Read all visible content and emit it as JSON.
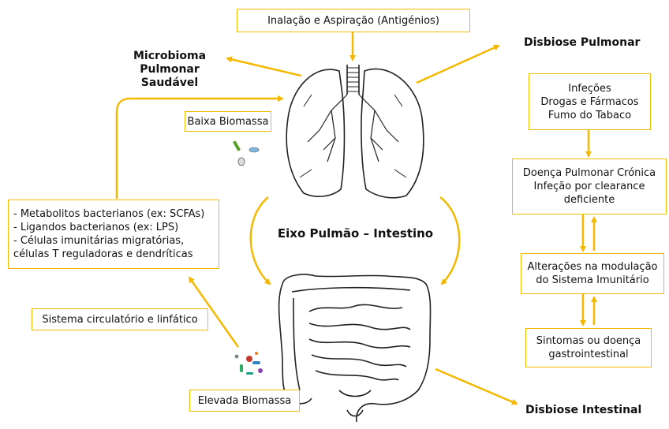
{
  "center": {
    "title": "Eixo Pulmão – Intestino"
  },
  "top_box": {
    "text": "Inalação e Aspiração (Antigénios)"
  },
  "healthy": {
    "line1": "Microbioma",
    "line2": "Pulmonar Saudável"
  },
  "lung_dysbiosis": {
    "text": "Disbiose Pulmonar"
  },
  "gut_dysbiosis": {
    "text": "Disbiose Intestinal"
  },
  "low_biomass": {
    "text": "Baixa Biomassa"
  },
  "high_biomass": {
    "text": "Elevada Biomassa"
  },
  "mediators": {
    "text": "- Metabolitos bacterianos (ex: SCFAs)\n- Ligandos bacterianos (ex: LPS)\n- Células imunitárias migratórias,\ncélulas T reguladoras e dendríticas"
  },
  "circulatory": {
    "text": "Sistema circulatório e linfático"
  },
  "right_chain": {
    "causes": "Infeções\nDrogas e Fármacos\nFumo do Tabaco",
    "chronic": "Doença Pulmonar Crónica\nInfeção por clearance\ndeficiente",
    "immune": "Alterações na modulação\ndo Sistema Imunitário",
    "symptoms": "Sintomas ou doença\ngastrointestinal"
  },
  "colors": {
    "accent": "#f5b800",
    "organ_outline": "#222222"
  },
  "icons": [
    "lungs-icon",
    "intestine-icon",
    "bacteria-icon"
  ]
}
